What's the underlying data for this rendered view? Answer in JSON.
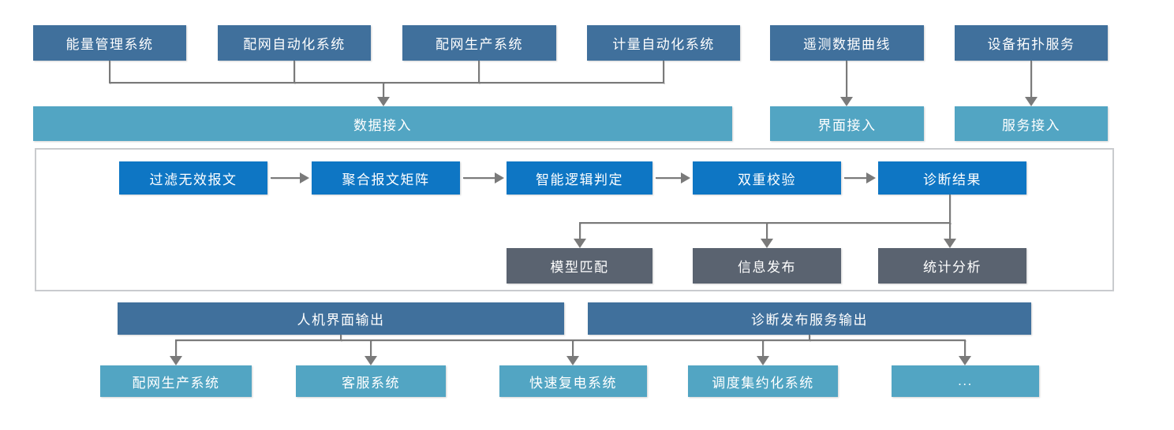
{
  "colors": {
    "steel": "#40709C",
    "teal": "#52A5C3",
    "bright-blue": "#0E76C4",
    "dark-gray": "#5A6370",
    "line": "#7A7A7A",
    "frame-border": "#C9CBCE"
  },
  "sources": {
    "items": [
      {
        "label": "能量管理系统"
      },
      {
        "label": "配网自动化系统"
      },
      {
        "label": "配网生产系统"
      },
      {
        "label": "计量自动化系统"
      },
      {
        "label": "遥测数据曲线"
      },
      {
        "label": "设备拓扑服务"
      }
    ]
  },
  "access": {
    "data": {
      "label": "数据接入"
    },
    "ui": {
      "label": "界面接入"
    },
    "service": {
      "label": "服务接入"
    }
  },
  "pipeline": {
    "steps": [
      {
        "label": "过滤无效报文"
      },
      {
        "label": "聚合报文矩阵"
      },
      {
        "label": "智能逻辑判定"
      },
      {
        "label": "双重校验"
      },
      {
        "label": "诊断结果"
      }
    ],
    "results": [
      {
        "label": "模型匹配"
      },
      {
        "label": "信息发布"
      },
      {
        "label": "统计分析"
      }
    ]
  },
  "outputs": {
    "hmi": {
      "label": "人机界面输出"
    },
    "diagnosis": {
      "label": "诊断发布服务输出"
    }
  },
  "consumers": {
    "items": [
      {
        "label": "配网生产系统"
      },
      {
        "label": "客服系统"
      },
      {
        "label": "快速复电系统"
      },
      {
        "label": "调度集约化系统"
      },
      {
        "label": "..."
      }
    ]
  }
}
